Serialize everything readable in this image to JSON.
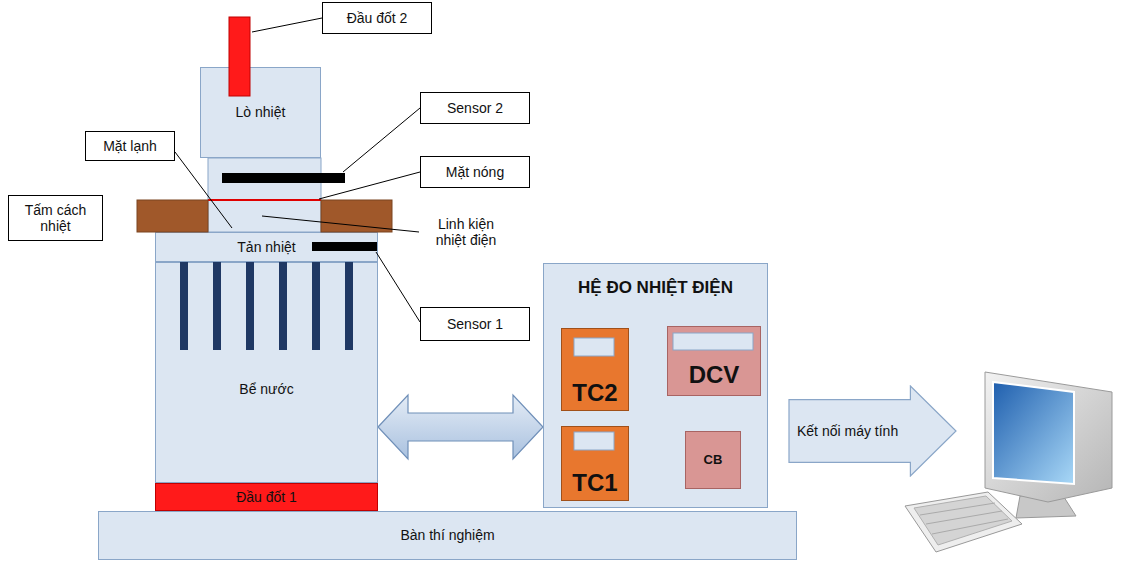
{
  "diagram": {
    "nodes": [
      {
        "text": [
          "Đầu đốt 2"
        ]
      },
      {
        "text": [
          "Lò nhiệt"
        ]
      },
      {
        "text": [
          "Sensor 2"
        ]
      },
      {
        "text": [
          "Mặt lạnh"
        ]
      },
      {
        "text": [
          "Mặt nóng"
        ]
      },
      {
        "text": [
          "Tấm cách nhiệt"
        ]
      },
      {
        "text": [
          "Tản nhiệt"
        ]
      },
      {
        "text": [
          "Sensor 1"
        ]
      },
      {
        "text": [
          "Bể nước"
        ]
      },
      {
        "text": [
          "Đầu đốt 1"
        ]
      },
      {
        "text": [
          "HỆ ĐO NHIỆT ĐIỆN"
        ]
      },
      {
        "text": [
          "TC2"
        ],
        "in": 10
      },
      {
        "text": [
          "DCV"
        ],
        "in": 10
      },
      {
        "text": [
          "TC1"
        ],
        "in": 10
      },
      {
        "text": [
          "CB"
        ],
        "in": 10
      },
      {
        "text": [
          "Kết nối máy tính"
        ]
      },
      {
        "text": [
          "Bàn thí nghiệm"
        ]
      }
    ],
    "edges": [
      {
        "from": 8,
        "to": 10,
        "arrow": "both"
      }
    ],
    "labels": [
      "Linh kiện nhiệt điện"
    ]
  }
}
